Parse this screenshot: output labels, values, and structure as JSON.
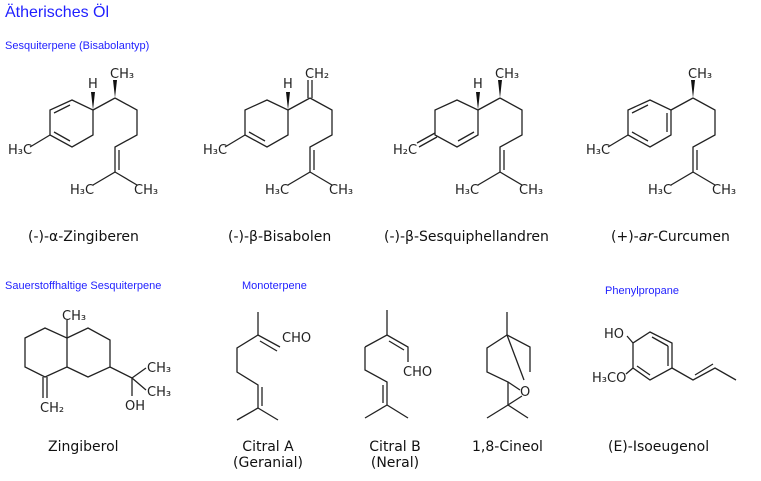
{
  "title": "Ätherisches Öl",
  "sections": {
    "bisabolan": "Sesquiterpene (Bisabolantyp)",
    "oxygen": "Sauerstoffhaltige Sesquiterpene",
    "mono": "Monoterpene",
    "phenyl": "Phenylpropane"
  },
  "molecules": [
    {
      "name_prefix": "(-)-α-Zingiberen",
      "atoms": {
        "h": "H",
        "me_top": "CH₃",
        "me_ring": "H₃C",
        "me_l": "H₃C",
        "me_r": "CH₃"
      }
    },
    {
      "name_prefix": "(-)-β-Bisabolen",
      "atoms": {
        "h": "H",
        "ch2": "CH₂",
        "me_ring": "H₃C",
        "me_l": "H₃C",
        "me_r": "CH₃"
      }
    },
    {
      "name_prefix": "(-)-β-Sesquiphellandren",
      "atoms": {
        "h": "H",
        "me_top": "CH₃",
        "ch2_ring": "H₂C",
        "me_l": "H₃C",
        "me_r": "CH₃"
      }
    },
    {
      "name_pre": "(+)-",
      "name_italic": "ar",
      "name_post": "-Curcumen",
      "atoms": {
        "me_top": "CH₃",
        "me_ring": "H₃C",
        "me_l": "H₃C",
        "me_r": "CH₃"
      }
    },
    {
      "name_prefix": "Zingiberol",
      "atoms": {
        "me": "CH₃",
        "ch2": "CH₂",
        "me1": "CH₃",
        "me2": "CH₃",
        "oh": "OH"
      }
    },
    {
      "name_prefix": "Citral A",
      "name_sub": "(Geranial)",
      "atoms": {
        "cho": "CHO"
      }
    },
    {
      "name_prefix": "Citral B",
      "name_sub": "(Neral)",
      "atoms": {
        "cho": "CHO"
      }
    },
    {
      "name_prefix": "1,8-Cineol",
      "atoms": {
        "o": "O"
      }
    },
    {
      "name_prefix": "(E)-Isoeugenol",
      "atoms": {
        "oh": "HO",
        "ome": "H₃CO"
      }
    }
  ]
}
